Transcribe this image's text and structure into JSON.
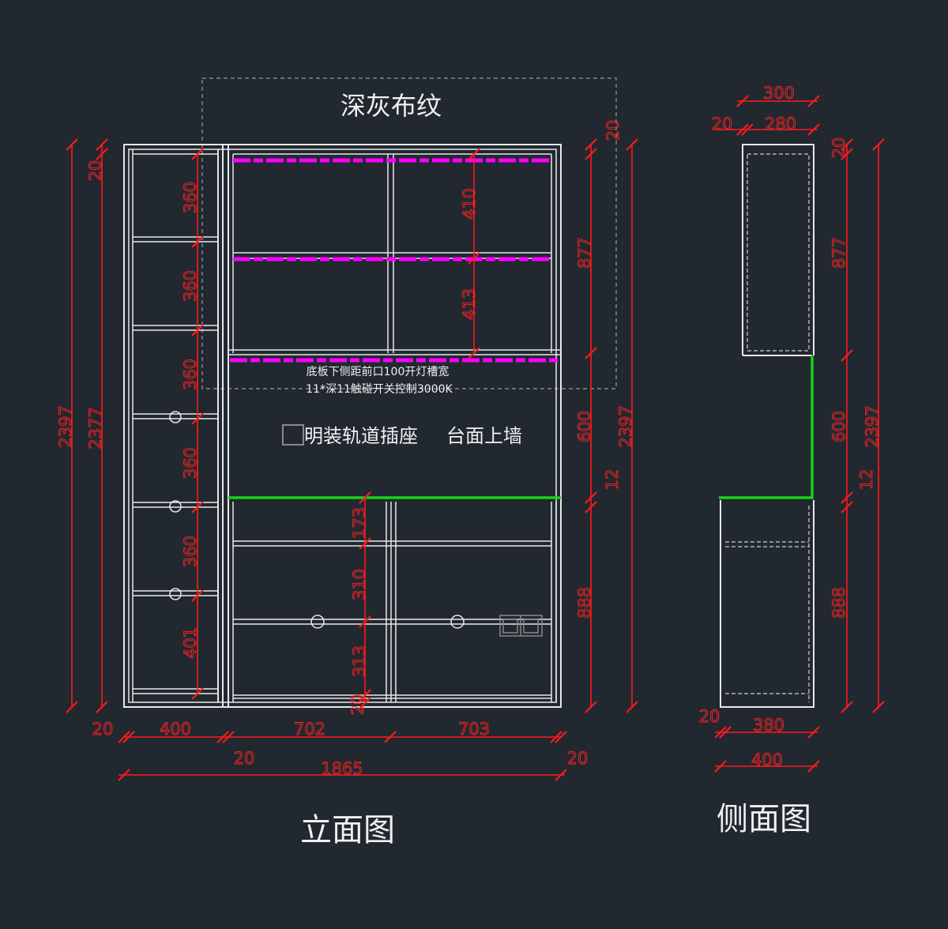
{
  "titles": {
    "material_note": "深灰布纹",
    "elevation": "立面图",
    "side": "侧面图"
  },
  "notes": {
    "light_line1": "底板下侧距前口100开灯槽宽",
    "light_line2": "11*深11触碰开关控制3000K",
    "socket": "明装轨道插座",
    "counter_wall": "台面上墙"
  },
  "elevation_dims": {
    "left_shelves": [
      "360",
      "360",
      "360",
      "360",
      "360",
      "401"
    ],
    "upper_right": [
      "410",
      "413"
    ],
    "lower_mid": [
      "173",
      "310",
      "313",
      "20"
    ],
    "right": {
      "top": "20",
      "upper": "877",
      "middle": "600",
      "counter": "12",
      "lower": "888",
      "total": "2397"
    },
    "left": {
      "total": "2397",
      "inner": "2377",
      "top": "20"
    },
    "bottom": {
      "side_left": "20",
      "col1": "400",
      "col2": "702",
      "col3": "703",
      "gap_mid": "20",
      "side_right": "20",
      "total": "1865"
    }
  },
  "side_dims": {
    "depth_total": "300",
    "top_side": "20",
    "depth_upper": "280",
    "top": "20",
    "upper": "877",
    "middle": "600",
    "counter": "12",
    "lower": "888",
    "total": "2397",
    "bottom_side": "20",
    "depth_lower_inner": "380",
    "depth_lower": "400"
  },
  "colors": {
    "background": "#212830",
    "dimension": "#ff1a1a",
    "led": "#ff00ff",
    "countertop": "#19d219"
  }
}
